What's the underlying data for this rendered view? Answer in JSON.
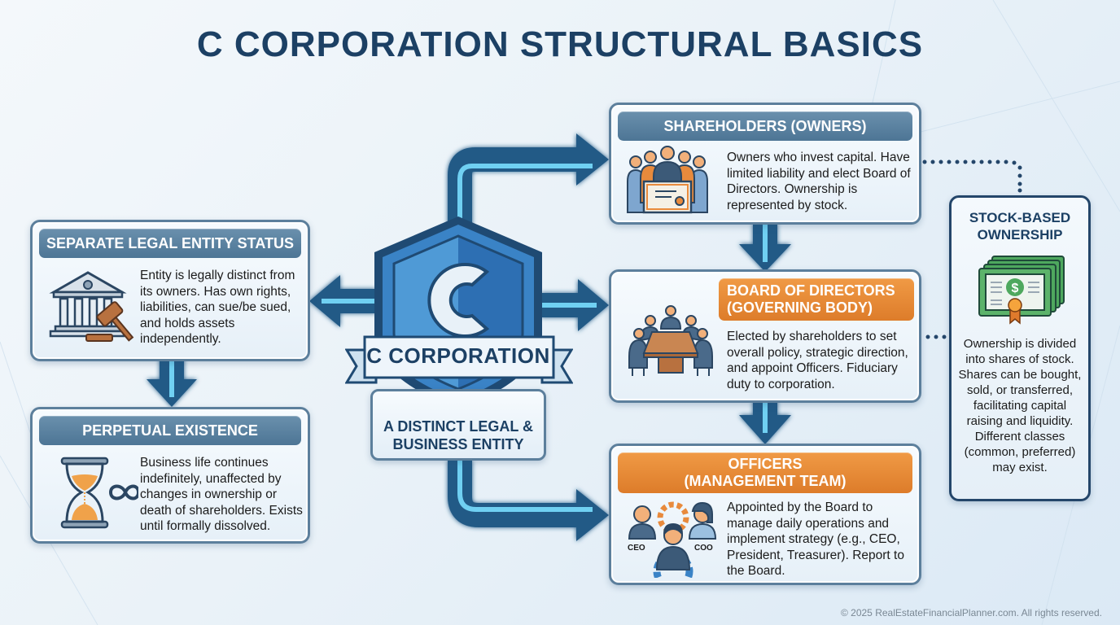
{
  "title": "C CORPORATION STRUCTURAL BASICS",
  "center": {
    "letter": "C",
    "ribbon_label": "C CORPORATION",
    "subtitle_line1": "A DISTINCT LEGAL &",
    "subtitle_line2": "BUSINESS ENTITY"
  },
  "cards": {
    "separate_entity": {
      "header": "SEPARATE LEGAL ENTITY STATUS",
      "icon": "courthouse-gavel-icon",
      "text": "Entity is legally distinct from its owners. Has own rights, liabilities, can sue/be sued, and holds assets independently."
    },
    "perpetual": {
      "header": "PERPETUAL EXISTENCE",
      "icon": "hourglass-infinity-icon",
      "text": "Business life continues indefinitely, unaffected by changes in ownership or death of shareholders. Exists until formally dissolved."
    },
    "shareholders": {
      "header": "SHAREHOLDERS (OWNERS)",
      "icon": "shareholders-group-icon",
      "text": "Owners who invest capital. Have limited liability and elect Board of Directors. Ownership is represented by stock."
    },
    "board": {
      "header_line1": "BOARD OF DIRECTORS",
      "header_line2": "(GOVERNING BODY)",
      "icon": "boardroom-table-icon",
      "text": "Elected by shareholders to set overall policy, strategic direction, and appoint Officers. Fiduciary duty to corporation."
    },
    "officers": {
      "header_line1": "OFFICERS",
      "header_line2": "(MANAGEMENT TEAM)",
      "icon": "management-team-gear-icon",
      "icon_labels": [
        "CEO",
        "COO"
      ],
      "text": "Appointed by the Board to manage daily operations and implement strategy (e.g., CEO, President, Treasurer). Report to the Board."
    },
    "stock": {
      "header_line1": "STOCK-BASED",
      "header_line2": "OWNERSHIP",
      "icon": "stock-certificate-icon",
      "icon_symbol": "$",
      "text": "Ownership is divided into shares of stock. Shares can be bought, sold, or transferred, facilitating capital raising and liquidity. Different classes (common, preferred) may exist."
    }
  },
  "colors": {
    "title": "#1c4064",
    "header_blue": "#5a819f",
    "header_orange": "#e8873a",
    "arrow_dark": "#215a86",
    "arrow_light": "#6fd0f2",
    "shield_blue": "#3a83c6"
  },
  "footer": "© 2025 RealEstateFinancialPlanner.com. All rights reserved."
}
